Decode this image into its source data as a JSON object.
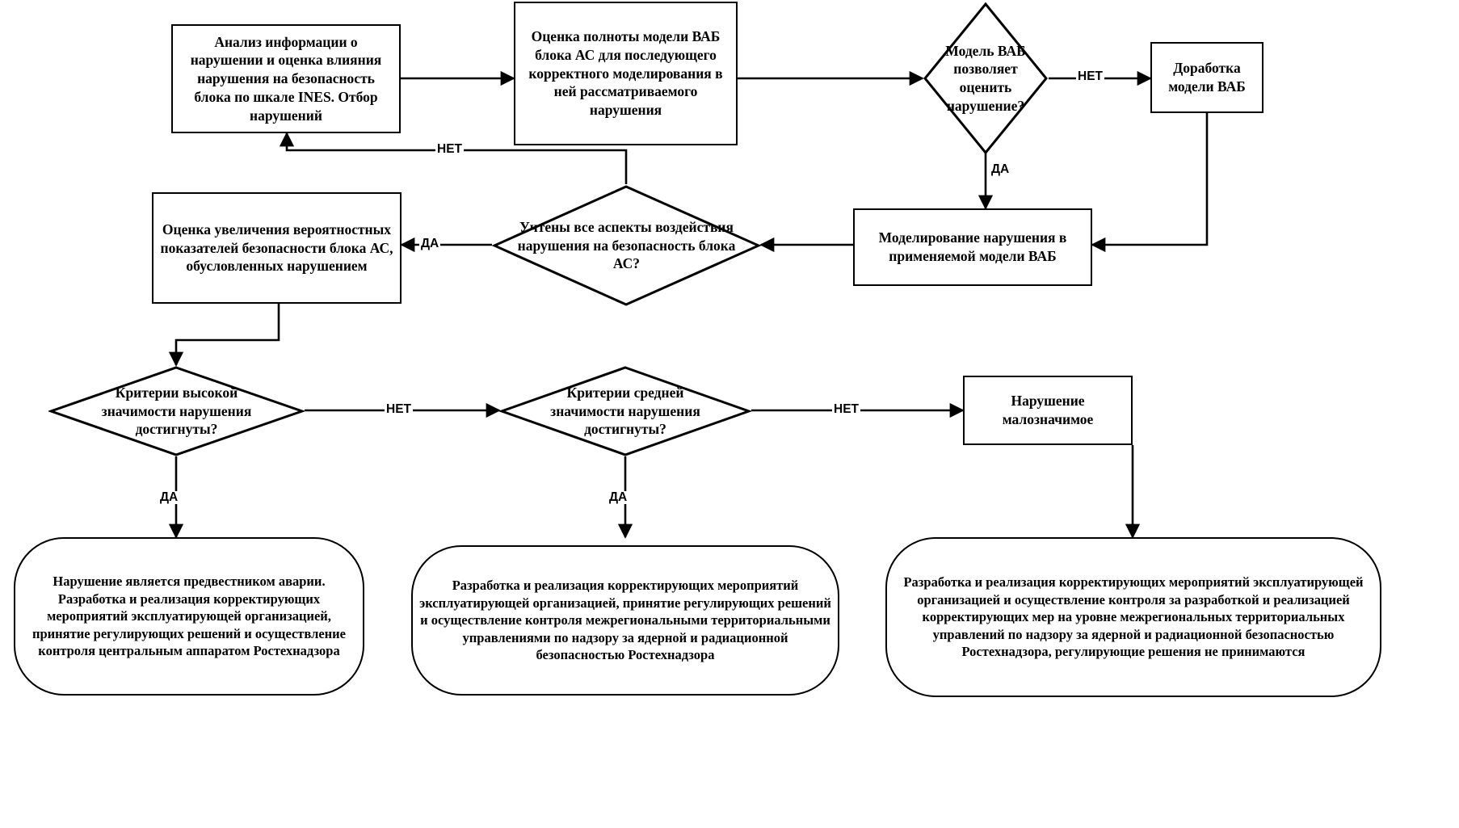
{
  "diagram": {
    "title": "Схема оценки значимости нарушения с использованием модели ВАБ",
    "stroke_color": "#000000",
    "background_color": "#ffffff",
    "nodes": [
      {
        "id": "analysis",
        "shape": "rectangle",
        "text": "Анализ информации о нарушении и оценка влияния нарушения на  безопасность блока  по шкале INES. Отбор нарушений"
      },
      {
        "id": "completeness",
        "shape": "rectangle",
        "text": "Оценка полноты модели ВАБ блока АС для последующего корректного моделирования в ней рассматриваемого нарушения"
      },
      {
        "id": "model_allows",
        "shape": "diamond",
        "text": "Модель ВАБ позволяет оценить  нарушение?"
      },
      {
        "id": "refine_model",
        "shape": "rectangle",
        "text": "Доработка модели ВАБ"
      },
      {
        "id": "modelling",
        "shape": "rectangle",
        "text": "Моделирование нарушения в применяемой модели ВАБ"
      },
      {
        "id": "all_aspects",
        "shape": "diamond",
        "text": "Учтены все аспекты воздействия нарушения на безопасность блока АС?"
      },
      {
        "id": "increase_eval",
        "shape": "rectangle",
        "text": "Оценка увеличения вероятностных показателей безопасности блока АС, обусловленных нарушением"
      },
      {
        "id": "high_criteria",
        "shape": "diamond",
        "text": "Критерии высокой значимости нарушения достигнуты?"
      },
      {
        "id": "medium_criteria",
        "shape": "diamond",
        "text": "Критерии средней значимости нарушения достигнуты?"
      },
      {
        "id": "minor_violation",
        "shape": "rectangle",
        "text": "Нарушение малозначимое"
      },
      {
        "id": "outcome_high",
        "shape": "rounded",
        "text": "Нарушение  является предвестником аварии. Разработка и реализация корректирующих мероприятий эксплуатирующей организацией, принятие регулирующих решений и осуществление контроля центральным аппаратом Ростехнадзора"
      },
      {
        "id": "outcome_medium",
        "shape": "rounded",
        "text": "Разработка и реализация корректирующих мероприятий эксплуатирующей организацией, принятие регулирующих решений и осуществление контроля межрегиональными территориальными управлениями по надзору за ядерной и радиационной безопасностью Ростехнадзора"
      },
      {
        "id": "outcome_minor",
        "shape": "rounded",
        "text": "Разработка и реализация корректирующих мероприятий эксплуатирующей организацией и осуществление контроля за разработкой и реализацией корректирующих мер на уровне межрегиональных территориальных управлений по надзору за  ядерной и радиационной безопасностью Ростехнадзора, регулирующие решения не принимаются"
      }
    ],
    "edge_labels": [
      {
        "id": "no_model_allows",
        "text": "НЕТ"
      },
      {
        "id": "yes_model_allows",
        "text": "ДА"
      },
      {
        "id": "no_all_aspects",
        "text": "НЕТ"
      },
      {
        "id": "yes_all_aspects",
        "text": "ДА"
      },
      {
        "id": "no_high_criteria",
        "text": "НЕТ"
      },
      {
        "id": "yes_high_criteria",
        "text": "ДА"
      },
      {
        "id": "no_medium_criteria",
        "text": "НЕТ"
      },
      {
        "id": "yes_medium_criteria",
        "text": "ДА"
      }
    ]
  }
}
